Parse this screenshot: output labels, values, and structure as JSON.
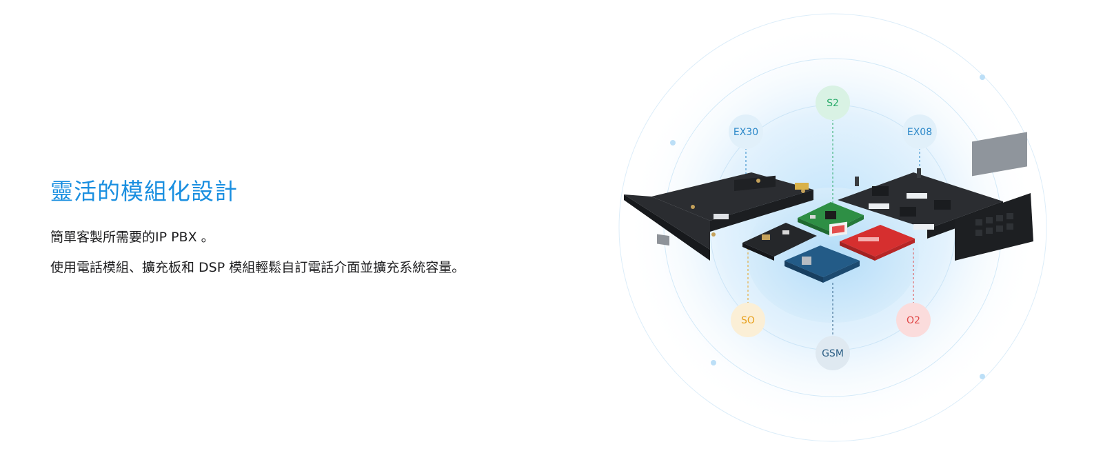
{
  "headline": "靈活的模組化設計",
  "paragraphs": [
    "簡單客製所需要的IP PBX 。",
    "使用電話模組、擴充板和 DSP 模組輕鬆自訂電話介面並擴充系統容量。"
  ],
  "modules": {
    "s2": {
      "label": "S2",
      "color": "#2aab6a",
      "bg": "#d9f2e4"
    },
    "ex30": {
      "label": "EX30",
      "color": "#2a87c8",
      "bg": "#e1f0fa"
    },
    "ex08": {
      "label": "EX08",
      "color": "#2a87c8",
      "bg": "#e1f0fa"
    },
    "so": {
      "label": "SO",
      "color": "#e7a01d",
      "bg": "#fbefd6"
    },
    "o2": {
      "label": "O2",
      "color": "#e04848",
      "bg": "#fbdcdc"
    },
    "gsm": {
      "label": "GSM",
      "color": "#2d5f85",
      "bg": "#dfe9f1"
    }
  },
  "colors": {
    "accent": "#1a8fe0",
    "text": "#1d1d1f"
  }
}
